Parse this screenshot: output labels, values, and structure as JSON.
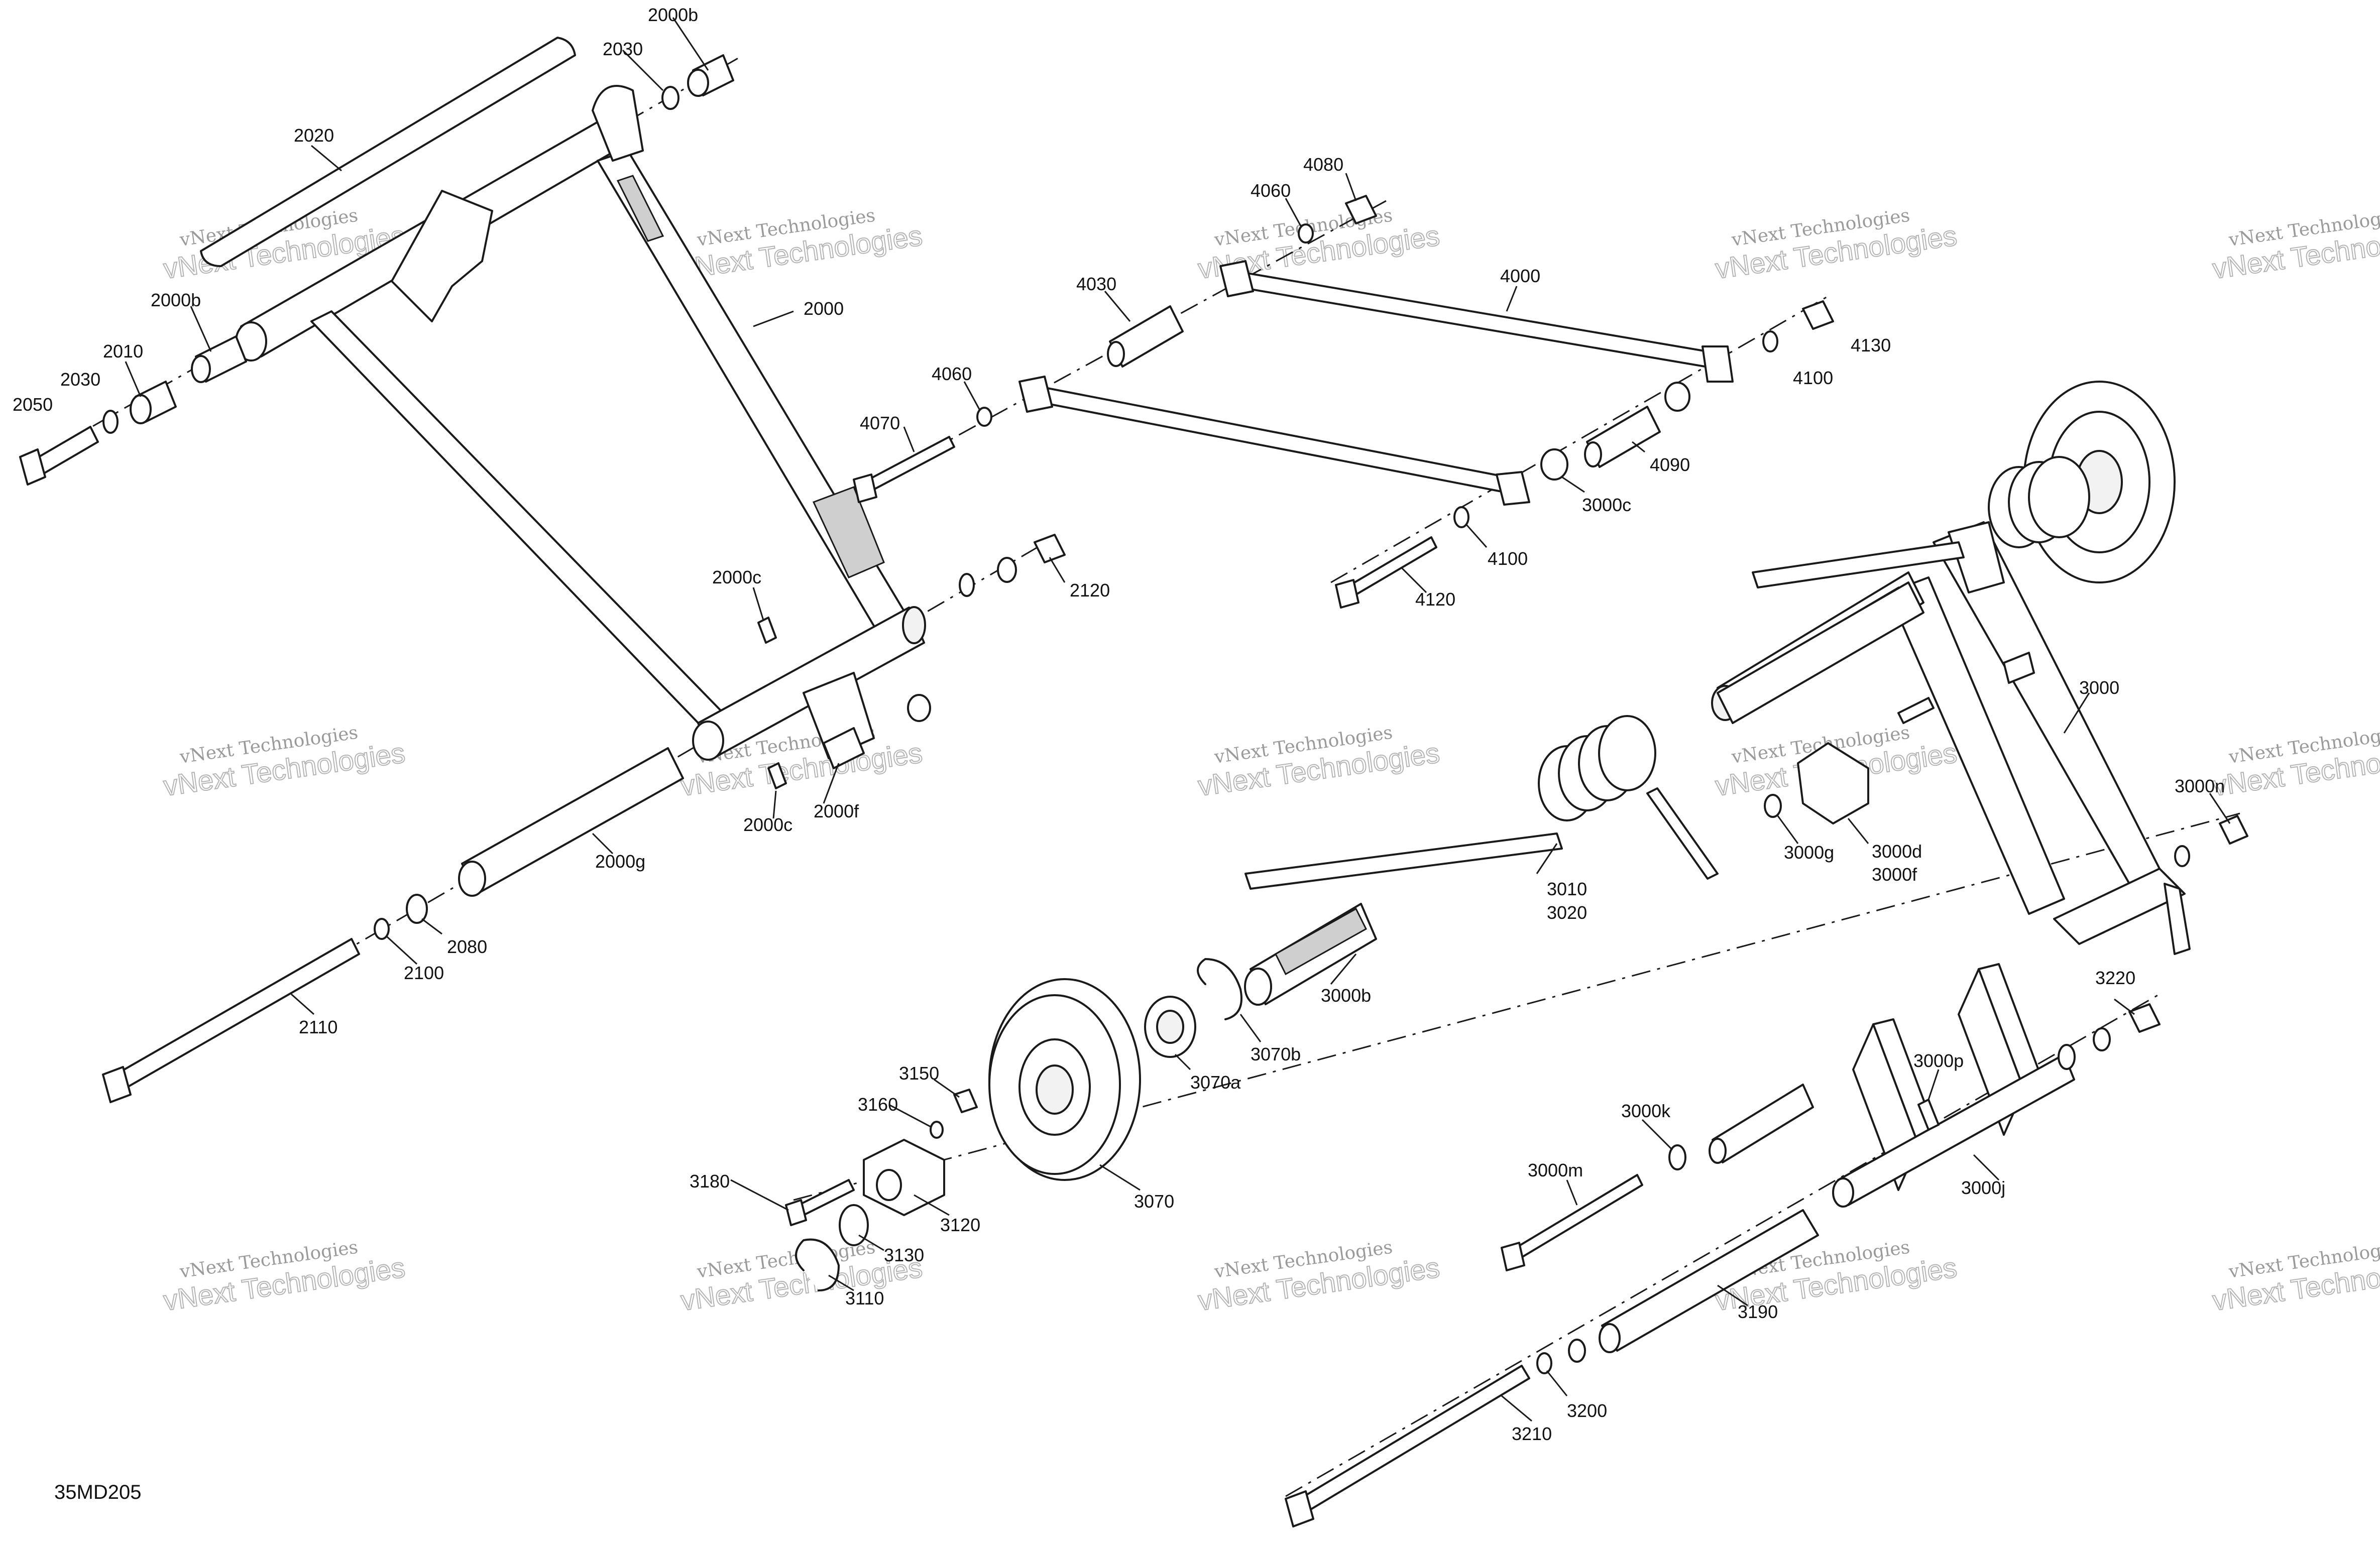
{
  "figure_code": "35MD205",
  "watermark": {
    "line1": "vNext Technologies",
    "line2": "vNext Technologies"
  },
  "callouts": [
    "2000b",
    "2030",
    "2020",
    "2000b",
    "2010",
    "2030",
    "2050",
    "2000",
    "4080",
    "4060",
    "4030",
    "4000",
    "4060",
    "4070",
    "4100",
    "4130",
    "4090",
    "3000c",
    "4100",
    "4120",
    "2000c",
    "2120",
    "3000",
    "2000c",
    "2000f",
    "2000g",
    "3010",
    "3020",
    "3000g",
    "3000d",
    "3000f",
    "3000n",
    "2080",
    "2100",
    "2110",
    "3000b",
    "3070b",
    "3070a",
    "3150",
    "3160",
    "3180",
    "3120",
    "3070",
    "3130",
    "3110",
    "3220",
    "3000p",
    "3000k",
    "3000m",
    "3000j",
    "3190",
    "3200",
    "3210"
  ]
}
